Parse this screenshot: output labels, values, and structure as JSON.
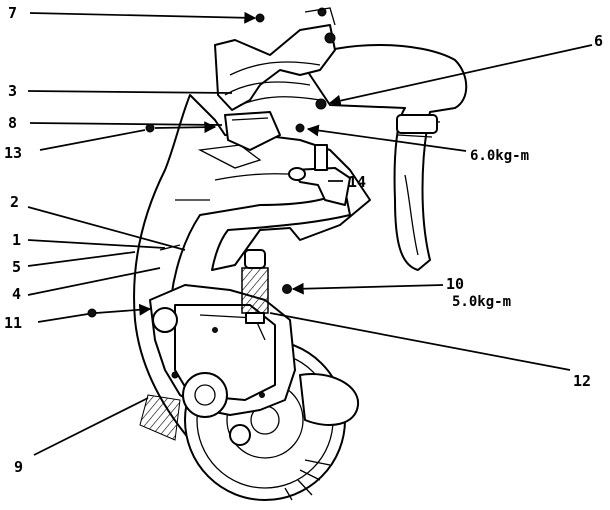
{
  "callouts": {
    "c1": "1",
    "c2": "2",
    "c3": "3",
    "c4": "4",
    "c5": "5",
    "c6": "6",
    "c7": "7",
    "c8": "8",
    "c9": "9",
    "c10": "10",
    "c11": "11",
    "c12": "12",
    "c13": "13",
    "c14": "14"
  },
  "torque": {
    "t6": "6.0kg-m",
    "t10": "5.0kg-m"
  }
}
